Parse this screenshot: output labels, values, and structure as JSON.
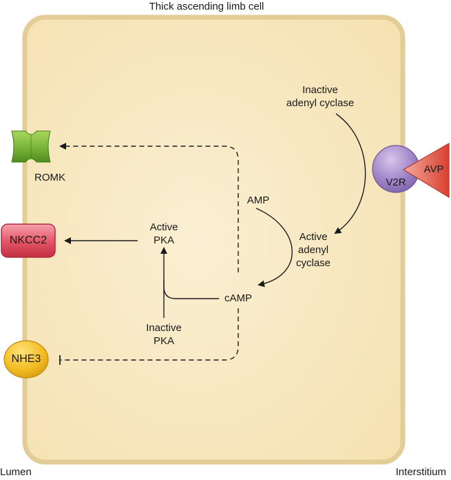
{
  "title": "Thick ascending limb cell",
  "sides": {
    "left": "Lumen",
    "right": "Interstitium"
  },
  "transporters": {
    "romk": "ROMK",
    "nkcc2": "NKCC2",
    "nhe3": "NHE3"
  },
  "receptor": {
    "v2r": "V2R",
    "avp": "AVP"
  },
  "pathway": {
    "inactive_adenyl_cyclase": "Inactive\nadenyl cyclase",
    "active_adenyl_cyclase": "Active\nadenyl\ncyclase",
    "amp": "AMP",
    "camp": "cAMP",
    "active_pka": "Active\nPKA",
    "inactive_pka": "Inactive\nPKA"
  },
  "colors": {
    "cell_fill": "#f8e8c0",
    "cell_border": "#e3cc96",
    "romk": "#7cb83a",
    "nkcc2": "#e0475a",
    "nhe3": "#f1b81c",
    "v2r": "#9a7cc0",
    "avp": "#e3574a"
  }
}
